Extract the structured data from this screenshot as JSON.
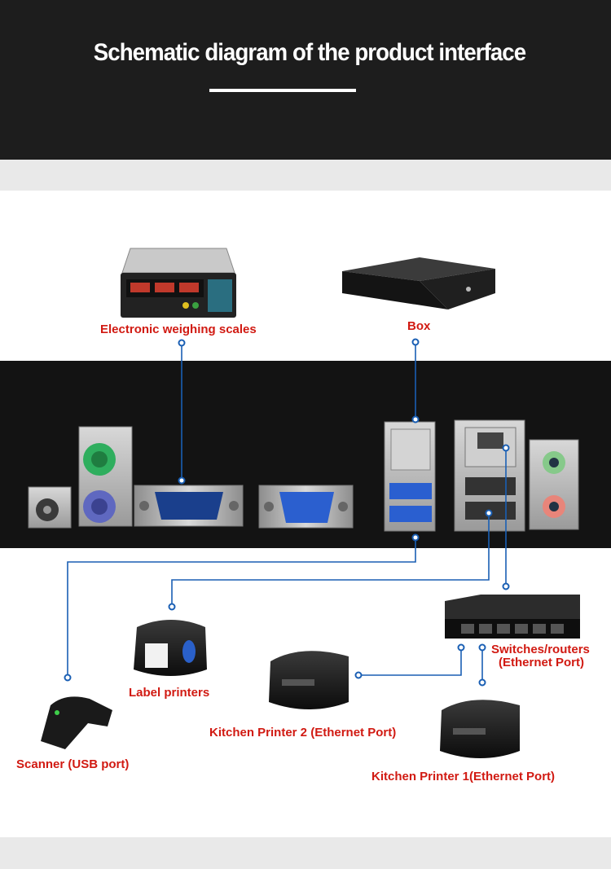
{
  "header": {
    "title": "Schematic diagram of the product interface"
  },
  "devices": {
    "scale": "Electronic weighing scales",
    "box": "Box",
    "scanner": "Scanner (USB port)",
    "label_printer": "Label printers",
    "kitchen_printer_2": "Kitchen Printer 2 (Ethernet Port)",
    "kitchen_printer_1": "Kitchen Printer 1(Ethernet Port)",
    "switch_line1": "Switches/routers",
    "switch_line2": "(Ethernet Port)"
  },
  "colors": {
    "header_bg": "#1d1d1d",
    "label_red": "#d11a12",
    "connector_blue": "#1a5fb4",
    "panel_bg": "#131313"
  }
}
